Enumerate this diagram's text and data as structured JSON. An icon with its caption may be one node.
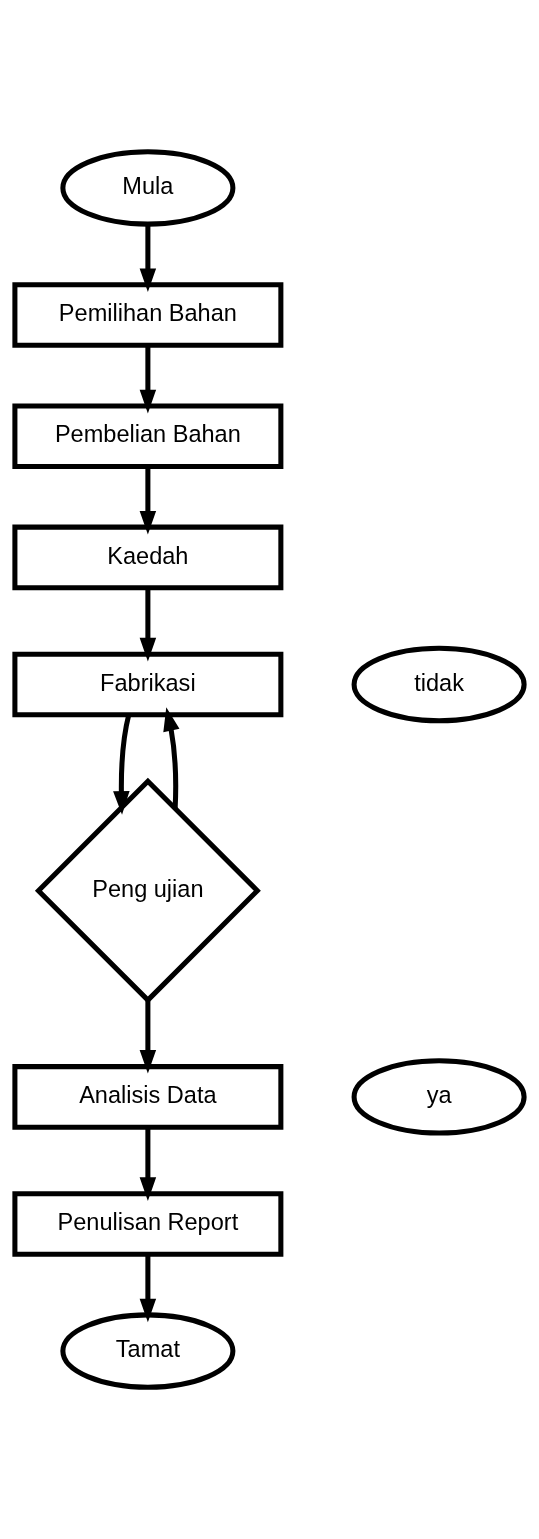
{
  "diagram": {
    "nodes": [
      {
        "text": [
          "Mula"
        ]
      },
      {
        "text": [
          "Pemilihan Bahan"
        ]
      },
      {
        "text": [
          "Pembelian Bahan"
        ]
      },
      {
        "text": [
          "Kaedah"
        ]
      },
      {
        "text": [
          "tidak"
        ]
      },
      {
        "text": [
          "Fabrikasi"
        ]
      },
      {
        "text": [
          "Peng ujian"
        ]
      },
      {
        "text": [
          "ya"
        ]
      },
      {
        "text": [
          "Analisis Data"
        ]
      },
      {
        "text": [
          "Penulisan Report"
        ]
      },
      {
        "text": [
          "Tamat"
        ]
      }
    ],
    "edges": [
      {
        "from": 0,
        "to": 1,
        "arrow": "to"
      },
      {
        "from": 1,
        "to": 2,
        "arrow": "to"
      },
      {
        "from": 2,
        "to": 3,
        "arrow": "to"
      },
      {
        "from": 3,
        "to": 5,
        "arrow": "to"
      },
      {
        "from": 5,
        "to": 6,
        "arrow": "to"
      },
      {
        "from": 6,
        "to": 5,
        "arrow": "to"
      },
      {
        "from": 6,
        "to": 8,
        "arrow": "to"
      },
      {
        "from": 8,
        "to": 9,
        "arrow": "to"
      },
      {
        "from": 9,
        "to": 10,
        "arrow": "to"
      }
    ]
  }
}
